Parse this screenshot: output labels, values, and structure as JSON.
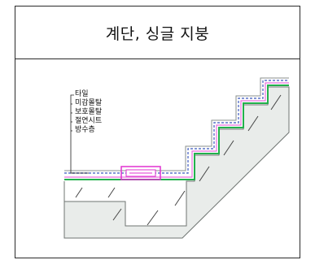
{
  "title": "계단, 싱글 지붕",
  "legend": [
    "타일",
    "미감몰탈",
    "보호몰탈",
    "절연시트",
    "방수층"
  ],
  "colors": {
    "concrete": "#e9ecea",
    "concrete_edge": "#6f7572",
    "waterproof_green": "#22b14c",
    "insulation_magenta": "#e030d0",
    "tile_blue": "#5a72c8",
    "leader_line": "#222222"
  }
}
